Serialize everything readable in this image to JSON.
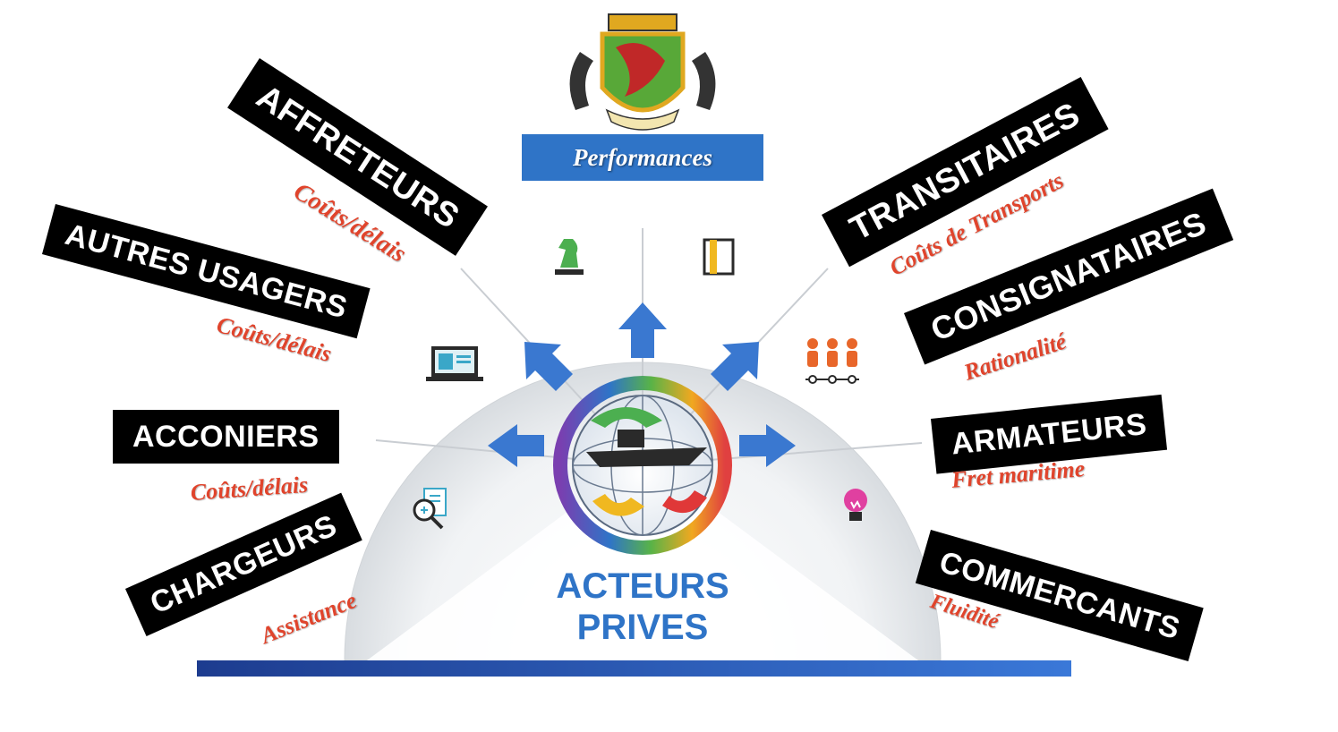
{
  "header": {
    "performances_label": "Performances"
  },
  "center": {
    "title_line1": "ACTEURS",
    "title_line2": "PRIVES"
  },
  "left_labels": [
    {
      "title": "AFFRETEURS",
      "subtitle": "Coûts/délais"
    },
    {
      "title": "AUTRES USAGERS",
      "subtitle": "Coûts/délais"
    },
    {
      "title": "ACCONIERS",
      "subtitle": "Coûts/délais"
    },
    {
      "title": "CHARGEURS",
      "subtitle": "Assistance"
    }
  ],
  "right_labels": [
    {
      "title": "TRANSITAIRES",
      "subtitle": "Coûts de Transports"
    },
    {
      "title": "CONSIGNATAIRES",
      "subtitle": "Rationalité"
    },
    {
      "title": "ARMATEURS",
      "subtitle": "Fret maritime"
    },
    {
      "title": "COMMERCANTS",
      "subtitle": "Fluidité"
    }
  ],
  "icons": [
    "chess-knight-icon",
    "book-icon",
    "people-network-icon",
    "lightbulb-icon",
    "search-document-icon",
    "laptop-icon"
  ],
  "colors": {
    "accent_blue": "#2f74c7",
    "label_black": "#000000",
    "subtitle_red": "#e0442c"
  }
}
